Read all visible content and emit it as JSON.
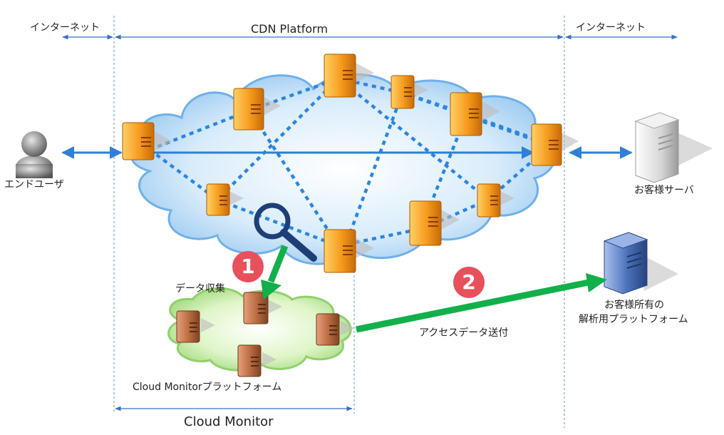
{
  "sections": {
    "internet_left": "インターネット",
    "cdn_platform": "CDN Platform",
    "internet_right": "インターネット",
    "cloud_monitor": "Cloud Monitor"
  },
  "nodes": {
    "end_user": "エンドユーザ",
    "customer_server": "お客様サーバ",
    "customer_platform_line1": "お客様所有の",
    "customer_platform_line2": "解析用プラットフォーム",
    "cloud_monitor_platform": "Cloud Monitorプラットフォーム"
  },
  "steps": {
    "step1_number": "1",
    "step1_label": "データ収集",
    "step2_number": "2",
    "step2_label": "アクセスデータ送付"
  },
  "colors": {
    "arrow_blue": "#2f7fd6",
    "arrow_green": "#12b04a",
    "dotted_link": "#2a86e0",
    "badge_red": "#e8505b",
    "server_orange": "#f59a1c",
    "server_brown": "#b86a40",
    "server_blue": "#4a6fb8",
    "magnifier": "#1d3f78"
  },
  "icons": [
    "user-icon",
    "server-icon",
    "magnifier-icon",
    "cloud-icon"
  ]
}
